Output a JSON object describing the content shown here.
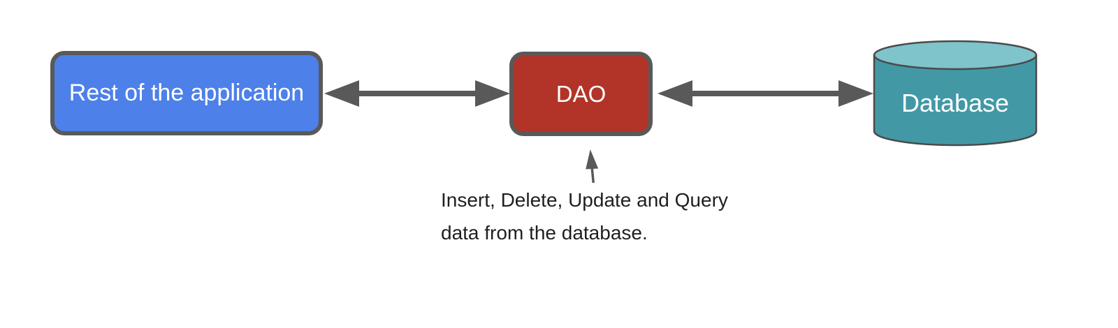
{
  "nodes": {
    "app": {
      "label": "Rest of the application",
      "fill": "#4d80e8",
      "border": "#595959",
      "text_color": "#ffffff"
    },
    "dao": {
      "label": "DAO",
      "fill": "#b23429",
      "border": "#595959",
      "text_color": "#ffffff"
    },
    "database": {
      "label": "Database",
      "body_fill": "#4398a6",
      "top_fill": "#7fc3cb",
      "stroke": "#4a4a4a",
      "text_color": "#ffffff"
    }
  },
  "annotation": {
    "line1": "Insert, Delete, Update and Query",
    "line2": "data from the database.",
    "text_color": "#1f1f1f"
  },
  "colors": {
    "arrow": "#595959",
    "background": "#ffffff"
  }
}
